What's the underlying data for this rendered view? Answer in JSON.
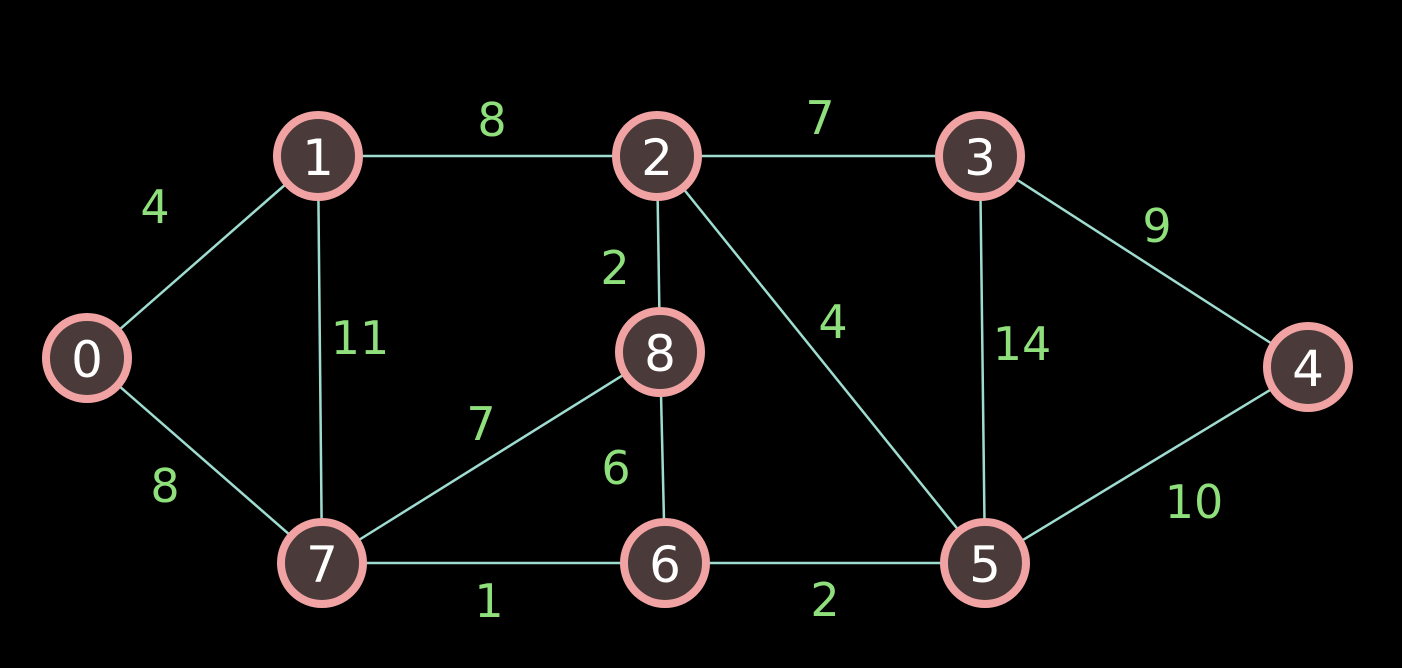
{
  "colors": {
    "background": "#000000",
    "edge": "#9fdcd0",
    "weight": "#8fe07c",
    "node_fill": "#4a3a3a",
    "node_ring": "#f1a3a3",
    "node_text": "#ffffff"
  },
  "graph": {
    "nodes": [
      {
        "id": "0",
        "label": "0"
      },
      {
        "id": "1",
        "label": "1"
      },
      {
        "id": "2",
        "label": "2"
      },
      {
        "id": "3",
        "label": "3"
      },
      {
        "id": "4",
        "label": "4"
      },
      {
        "id": "5",
        "label": "5"
      },
      {
        "id": "6",
        "label": "6"
      },
      {
        "id": "7",
        "label": "7"
      },
      {
        "id": "8",
        "label": "8"
      }
    ],
    "edges": [
      {
        "from": "0",
        "to": "1",
        "weight": "4"
      },
      {
        "from": "0",
        "to": "7",
        "weight": "8"
      },
      {
        "from": "1",
        "to": "2",
        "weight": "8"
      },
      {
        "from": "1",
        "to": "7",
        "weight": "11"
      },
      {
        "from": "2",
        "to": "3",
        "weight": "7"
      },
      {
        "from": "2",
        "to": "8",
        "weight": "2"
      },
      {
        "from": "2",
        "to": "5",
        "weight": "4"
      },
      {
        "from": "3",
        "to": "4",
        "weight": "9"
      },
      {
        "from": "3",
        "to": "5",
        "weight": "14"
      },
      {
        "from": "4",
        "to": "5",
        "weight": "10"
      },
      {
        "from": "5",
        "to": "6",
        "weight": "2"
      },
      {
        "from": "6",
        "to": "7",
        "weight": "1"
      },
      {
        "from": "6",
        "to": "8",
        "weight": "6"
      },
      {
        "from": "7",
        "to": "8",
        "weight": "7"
      }
    ]
  }
}
